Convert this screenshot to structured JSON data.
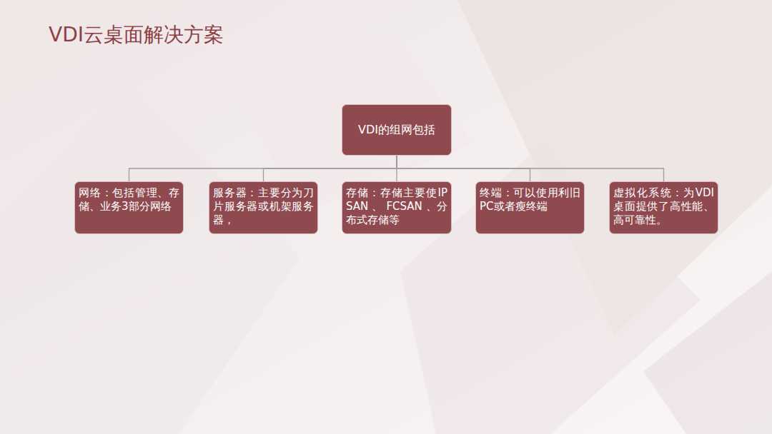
{
  "diagram": {
    "title": "VDI云桌面解决方案",
    "nodes": [
      {
        "text": [
          "VDI的组网包括"
        ]
      },
      {
        "text": [
          "网络：包括管理、存储、业务3部分网络"
        ]
      },
      {
        "text": [
          "服务器：主要分为刀片服务器或机架服务器，"
        ]
      },
      {
        "text": [
          "存储：存储主要使IPSAN 、 FCSAN 、分布式存储等"
        ]
      },
      {
        "text": [
          "终端：可以使用利旧PC或者瘦终端"
        ]
      },
      {
        "text": [
          "虚拟化系统：为VDI桌面提供了高性能、高可靠性。"
        ]
      }
    ],
    "edges": [
      {
        "from": 0,
        "to": 1,
        "arrow": "none"
      },
      {
        "from": 0,
        "to": 2,
        "arrow": "none"
      },
      {
        "from": 0,
        "to": 3,
        "arrow": "none"
      },
      {
        "from": 0,
        "to": 4,
        "arrow": "none"
      },
      {
        "from": 0,
        "to": 5,
        "arrow": "none"
      }
    ]
  }
}
